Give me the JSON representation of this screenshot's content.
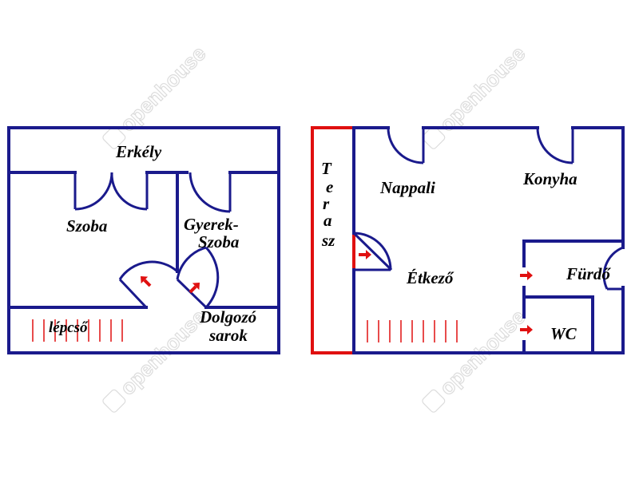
{
  "colors": {
    "wall": "#1a1a8c",
    "terrace": "#e01010",
    "stair": "#e01010",
    "arrow": "#e01010",
    "watermark": "#dcdcdc"
  },
  "watermark": {
    "text": "openhouse",
    "icon": "house-logo-icon"
  },
  "plans": {
    "upper": {
      "rooms": {
        "erkely": "Erkély",
        "szoba": "Szoba",
        "gyerek_line1": "Gyerek-",
        "gyerek_line2": "Szoba",
        "lepcso": "lépcső",
        "dolgozo_line1": "Dolgozó",
        "dolgozo_line2": "sarok"
      }
    },
    "lower": {
      "rooms": {
        "terasz_letters": [
          "T",
          "e",
          "r",
          "a",
          "sz"
        ],
        "nappali": "Nappali",
        "konyha": "Konyha",
        "etkezo": "Étkező",
        "furdo": "Fürdő",
        "wc": "WC"
      }
    }
  }
}
